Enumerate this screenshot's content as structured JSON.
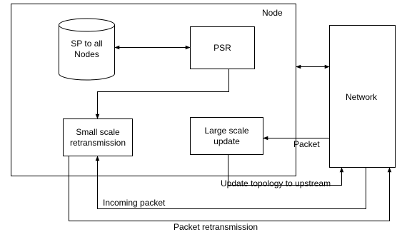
{
  "diagram": {
    "node_label": "Node",
    "network_label": "Network",
    "sp_label_line1": "SP to all",
    "sp_label_line2": "Nodes",
    "psr_label": "PSR",
    "small_label_line1": "Small scale",
    "small_label_line2": "retransmission",
    "large_label_line1": "Large scale",
    "large_label_line2": "update",
    "packet_label": "Packet",
    "update_topology_label": "Update topology to upstream",
    "incoming_packet_label": "Incoming packet",
    "packet_retransmission_label": "Packet retransmission"
  }
}
